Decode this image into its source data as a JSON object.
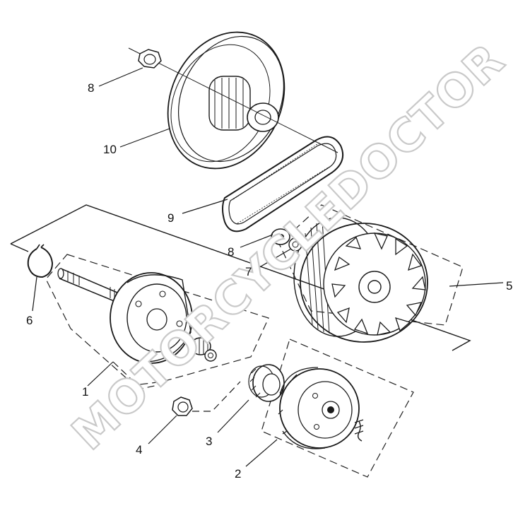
{
  "labels": {
    "l1": "1",
    "l2": "2",
    "l3": "3",
    "l4": "4",
    "l5": "5",
    "l6": "6",
    "l7": "7",
    "l8a": "8",
    "l8b": "8",
    "l9": "9",
    "l10": "10"
  },
  "watermark": "MOTORCYCLEDOCTOR"
}
